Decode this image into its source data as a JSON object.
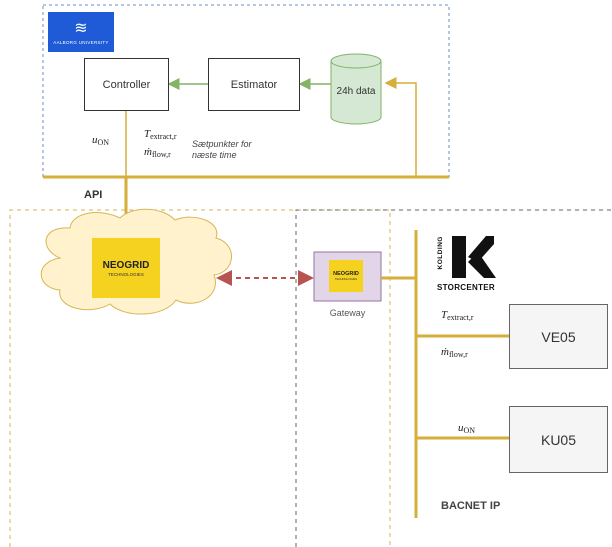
{
  "aau_logo": {
    "text": "AALBORG UNIVERSITY",
    "color": "#1f5bd6"
  },
  "controller": {
    "label": "Controller"
  },
  "estimator": {
    "label": "Estimator"
  },
  "database": {
    "label": "24h data"
  },
  "signals_top": {
    "u_on": {
      "sym": "u",
      "sub": "ON"
    },
    "t_extract": {
      "sym": "T",
      "sub": "extract,r"
    },
    "m_flow": {
      "sym": "ṁ",
      "sub": "flow,r"
    },
    "setpoint_note": "Sætpunkter for\nnæste time"
  },
  "api_label": "API",
  "neogrid_cloud": {
    "name": "NEOGRID",
    "sub": "TECHNOLOGIES"
  },
  "gateway": {
    "name": "NEOGRID",
    "sub": "TECHNOLOGIES",
    "label": "Gateway"
  },
  "kolding_logo": {
    "line1": "KOLDING",
    "line2": "STORCENTER"
  },
  "signals_right": {
    "t_extract": {
      "sym": "T",
      "sub": "extract,r"
    },
    "m_flow": {
      "sym": "ṁ",
      "sub": "flow,r"
    },
    "u_on": {
      "sym": "u",
      "sub": "ON"
    }
  },
  "ve05": {
    "label": "VE05"
  },
  "ku05": {
    "label": "KU05"
  },
  "bacnet_label": "BACNET IP",
  "colors": {
    "gold": "#d6ae3a",
    "green": "#82b366",
    "green_fill": "#d5e8d4",
    "blue_dash": "#6c8ebf",
    "gold_dash": "#d6b656",
    "gray_dash": "#666666",
    "red_dash": "#b85450",
    "gateway_fill": "#e1d5e7",
    "gateway_stroke": "#9673a6",
    "cloud_fill": "#fff2cc"
  }
}
